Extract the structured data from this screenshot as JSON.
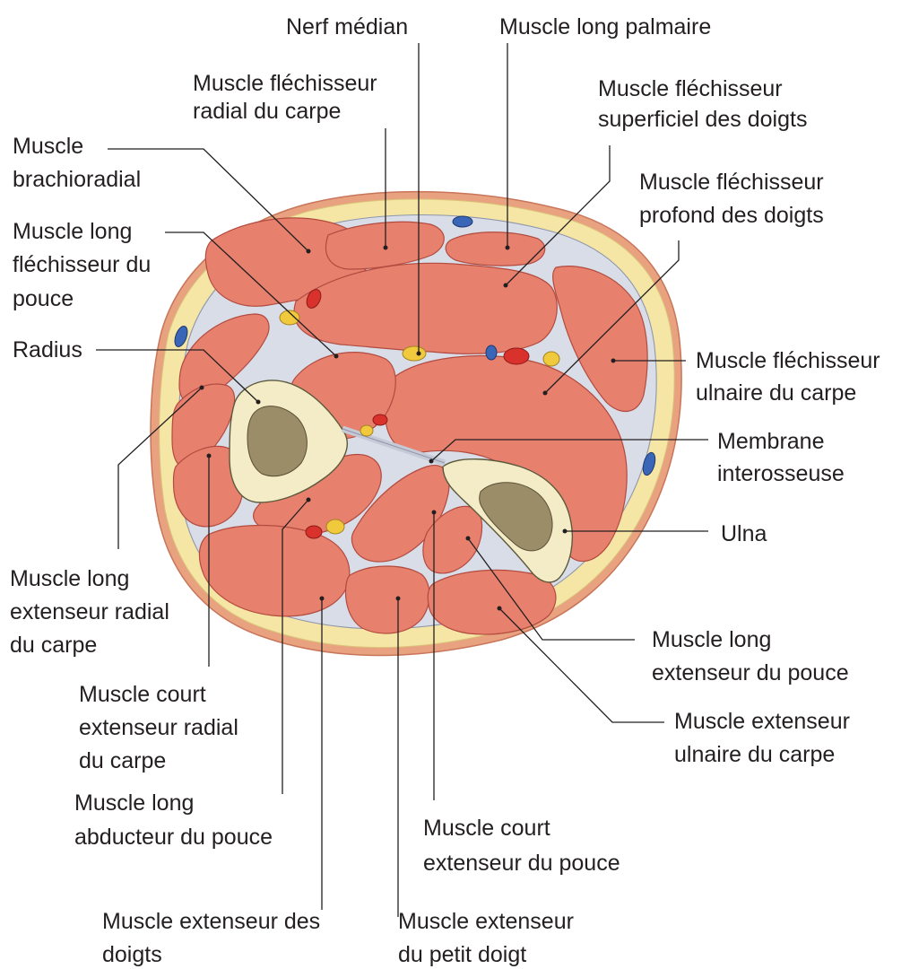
{
  "labels": {
    "nerf_median": "Nerf médian",
    "long_palmaire": "Muscle long palmaire",
    "flechisseur_radial_1": "Muscle fléchisseur",
    "flechisseur_radial_2": "radial du carpe",
    "fl_superficiel_1": "Muscle fléchisseur",
    "fl_superficiel_2": "superficiel des doigts",
    "brachioradial_1": "Muscle",
    "brachioradial_2": "brachioradial",
    "fl_profond_1": "Muscle fléchisseur",
    "fl_profond_2": "profond des doigts",
    "long_flechisseur_pouce_1": "Muscle long",
    "long_flechisseur_pouce_2": "fléchisseur du",
    "long_flechisseur_pouce_3": "pouce",
    "radius": "Radius",
    "fl_ulnaire_1": "Muscle fléchisseur",
    "fl_ulnaire_2": "ulnaire du carpe",
    "membrane_1": "Membrane",
    "membrane_2": "interosseuse",
    "ulna": "Ulna",
    "long_ext_radial_1": "Muscle long",
    "long_ext_radial_2": "extenseur radial",
    "long_ext_radial_3": "du carpe",
    "long_ext_pouce_1": "Muscle long",
    "long_ext_pouce_2": "extenseur du pouce",
    "court_ext_radial_1": "Muscle court",
    "court_ext_radial_2": "extenseur radial",
    "court_ext_radial_3": "du carpe",
    "ext_ulnaire_1": "Muscle extenseur",
    "ext_ulnaire_2": "ulnaire du carpe",
    "long_abducteur_1": "Muscle long",
    "long_abducteur_2": "abducteur du pouce",
    "court_ext_pouce_1": "Muscle court",
    "court_ext_pouce_2": "extenseur du pouce",
    "ext_doigts_1": "Muscle extenseur des",
    "ext_doigts_2": "doigts",
    "ext_petit_doigt_1": "Muscle extenseur",
    "ext_petit_doigt_2": "du petit doigt"
  },
  "colors": {
    "skin": "#e9a27f",
    "fat": "#f6e6a6",
    "muscle": "#e8806e",
    "fascia": "#d8dde8",
    "bone": "#f3ecc6",
    "marrow": "#9a8d68",
    "artery": "#d9312b",
    "vein": "#3a66b8",
    "nerve": "#f0c93c"
  }
}
